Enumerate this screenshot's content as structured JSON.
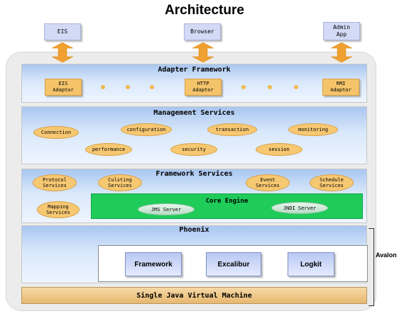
{
  "title": "Architecture",
  "clients": [
    "EIS",
    "Browser",
    "Admin\nApp"
  ],
  "adapter_framework": {
    "title": "Adapter Framework",
    "adaptors": [
      "EIS\nAdaptor",
      "HTTP\nAdaptor",
      "RMI\nAdaptor"
    ]
  },
  "management_services": {
    "title": "Management Services",
    "items": [
      "Connection",
      "configuration",
      "transaction",
      "monitoring",
      "performance",
      "security",
      "session"
    ]
  },
  "framework_services": {
    "title": "Framework Services",
    "items": [
      "Protocol\nServices",
      "Culsting\nServices",
      "Event\nServices",
      "Schedule\nServices",
      "Mapping\nServices"
    ]
  },
  "core_engine": {
    "title": "Core Engine",
    "items": [
      "JMS Server",
      "JNDI Server"
    ]
  },
  "phoenix": {
    "title": "Phoenix",
    "components": [
      "Framework",
      "Excalibur",
      "Logkit"
    ]
  },
  "jvm": "Single Java Virtual Machine",
  "avalon": "Avalon",
  "colors": {
    "client_box": "#d3daf5",
    "arrow": "#f0a030",
    "adaptor": "#f5c46a",
    "core_engine": "#1fcc5a",
    "band": "#bcd4f5",
    "jvm": "#eec27f"
  }
}
